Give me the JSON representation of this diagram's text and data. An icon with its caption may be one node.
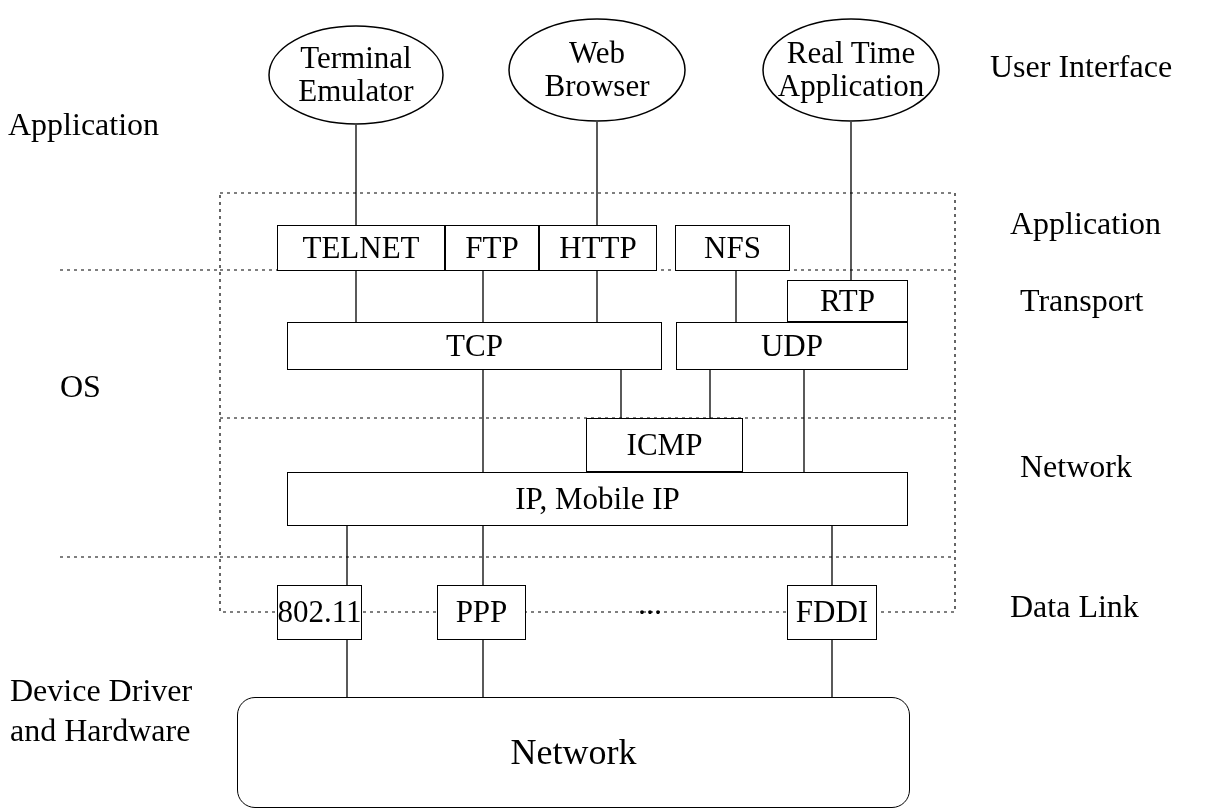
{
  "diagram": {
    "nodes": [
      {
        "text": [
          "Terminal Emulator"
        ]
      },
      {
        "text": [
          "Web Browser"
        ]
      },
      {
        "text": [
          "Real Time Application"
        ]
      },
      {
        "text": [
          "TELNET"
        ]
      },
      {
        "text": [
          "FTP"
        ]
      },
      {
        "text": [
          "HTTP"
        ]
      },
      {
        "text": [
          "NFS"
        ]
      },
      {
        "text": [
          "RTP"
        ]
      },
      {
        "text": [
          "TCP"
        ]
      },
      {
        "text": [
          "UDP"
        ]
      },
      {
        "text": [
          "ICMP"
        ]
      },
      {
        "text": [
          "IP, Mobile IP"
        ]
      },
      {
        "text": [
          "802.11"
        ]
      },
      {
        "text": [
          "PPP"
        ]
      },
      {
        "text": [
          "FDDI"
        ]
      },
      {
        "text": [
          "Network"
        ]
      }
    ],
    "edges": [
      {
        "from": 0,
        "to": 3,
        "arrow": "none"
      },
      {
        "from": 1,
        "to": 5,
        "arrow": "none"
      },
      {
        "from": 2,
        "to": 7,
        "arrow": "none"
      },
      {
        "from": 3,
        "to": 8,
        "arrow": "none"
      },
      {
        "from": 4,
        "to": 8,
        "arrow": "none"
      },
      {
        "from": 5,
        "to": 8,
        "arrow": "none"
      },
      {
        "from": 6,
        "to": 9,
        "arrow": "none"
      },
      {
        "from": 8,
        "to": 11,
        "arrow": "none"
      },
      {
        "from": 8,
        "to": 10,
        "arrow": "none"
      },
      {
        "from": 9,
        "to": 10,
        "arrow": "none"
      },
      {
        "from": 9,
        "to": 11,
        "arrow": "none"
      },
      {
        "from": 11,
        "to": 12,
        "arrow": "none"
      },
      {
        "from": 11,
        "to": 13,
        "arrow": "none"
      },
      {
        "from": 11,
        "to": 14,
        "arrow": "none"
      },
      {
        "from": 12,
        "to": 15,
        "arrow": "none"
      },
      {
        "from": 13,
        "to": 15,
        "arrow": "none"
      },
      {
        "from": 14,
        "to": 15,
        "arrow": "none"
      }
    ],
    "labels": [
      "User Interface",
      "Application",
      "Application",
      "Transport",
      "OS",
      "Network",
      "Data Link",
      "...",
      "Device Driver and Hardware"
    ]
  }
}
